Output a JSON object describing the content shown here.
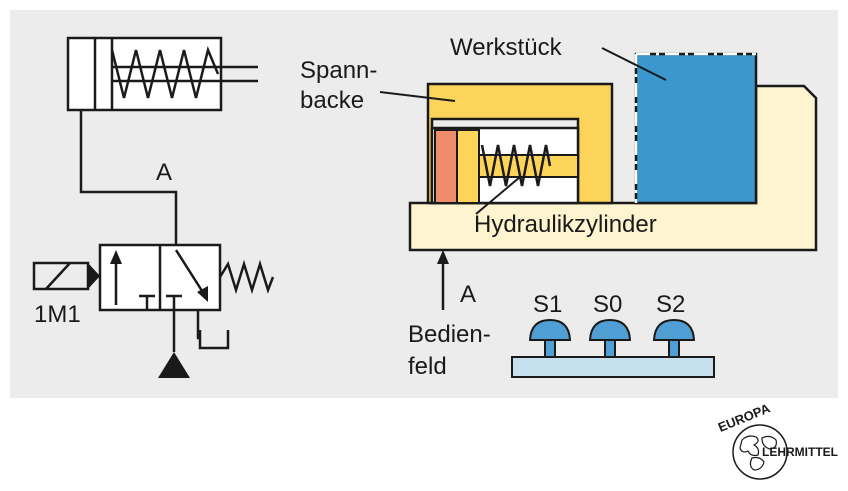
{
  "labels": {
    "werkstueck": "Werkstück",
    "spannbacke_line1": "Spann-",
    "spannbacke_line2": "backe",
    "hydraulikzylinder": "Hydraulikzylinder",
    "port_a_valve": "A",
    "port_a_block": "A",
    "solenoid": "1M1",
    "bedienfeld_line1": "Bedien-",
    "bedienfeld_line2": "feld",
    "button_s1": "S1",
    "button_s0": "S0",
    "button_s2": "S2"
  },
  "logo": {
    "top_text": "EUROPA",
    "bottom_text": "LEHRMITTEL"
  },
  "colors": {
    "background_panel": "#ececec",
    "jaw_yellow": "#fcd45a",
    "base_cream": "#fef4cf",
    "workpiece_blue": "#3a98cf",
    "piston_red": "#ee8c6c",
    "panel_lightblue": "#c6e0ef",
    "button_blue": "#4f9fd4",
    "stroke": "#1a1a1a"
  }
}
